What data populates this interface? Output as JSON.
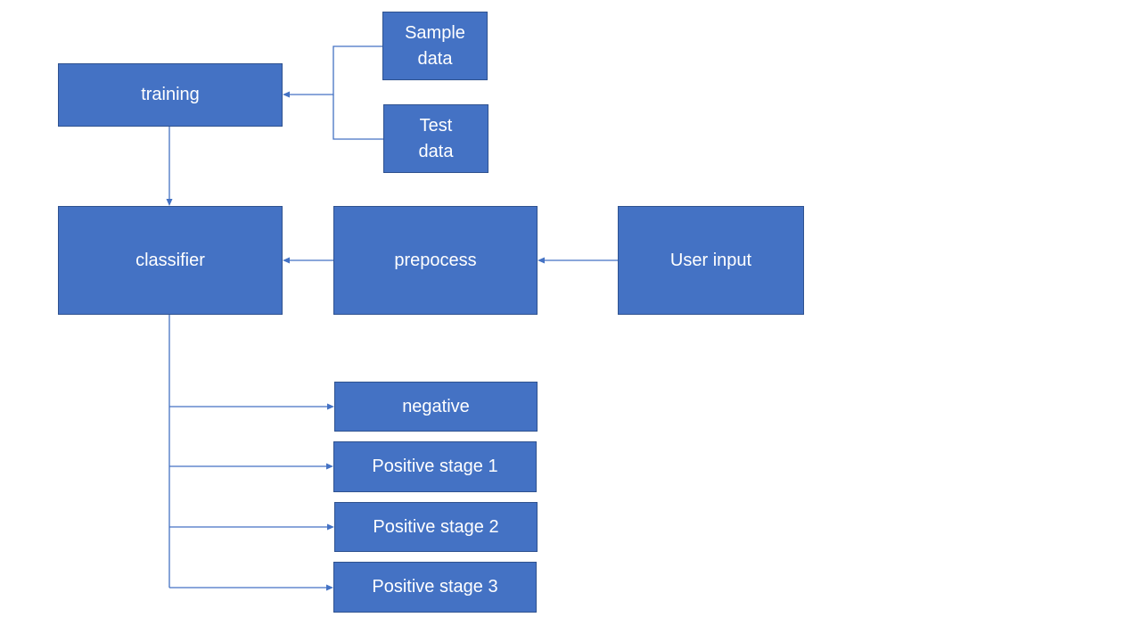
{
  "colors": {
    "node_fill": "#4472C4",
    "node_border": "#2F528F",
    "connector": "#4472C4",
    "text": "#FFFFFF"
  },
  "nodes": {
    "training": "training",
    "sample_data": "Sample\ndata",
    "test_data": "Test\ndata",
    "classifier": "classifier",
    "prepocess": "prepocess",
    "user_input": "User input",
    "negative": "negative",
    "positive_stage_1": "Positive stage 1",
    "positive_stage_2": "Positive stage 2",
    "positive_stage_3": "Positive stage 3"
  }
}
